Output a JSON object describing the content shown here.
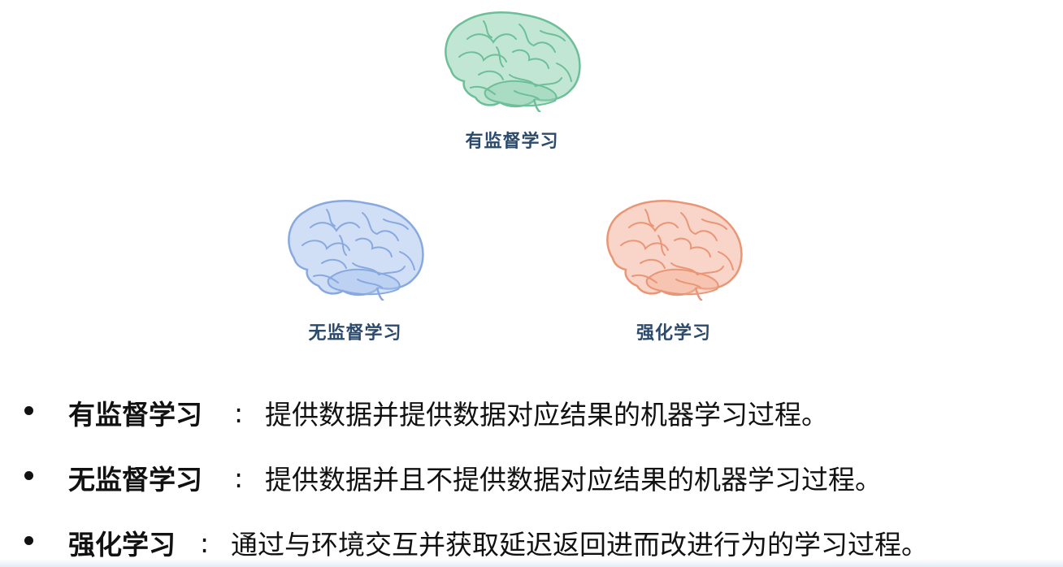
{
  "diagram": {
    "brains": [
      {
        "label": "有监督学习",
        "color": "#8fd1b0",
        "stroke": "#6cbf98"
      },
      {
        "label": "无监督学习",
        "color": "#a9c4ee",
        "stroke": "#88a9e0"
      },
      {
        "label": "强化学习",
        "color": "#f3b39a",
        "stroke": "#e99677"
      }
    ]
  },
  "bullets": [
    {
      "term": "有监督学习",
      "colon": ":",
      "desc": "提供数据并提供数据对应结果的机器学习过程。"
    },
    {
      "term": "无监督学习",
      "colon": ":",
      "desc": "提供数据并且不提供数据对应结果的机器学习过程。"
    },
    {
      "term": "强化学习",
      "colon": ":",
      "desc": "通过与环境交互并获取延迟返回进而改进行为的学习过程。"
    }
  ]
}
